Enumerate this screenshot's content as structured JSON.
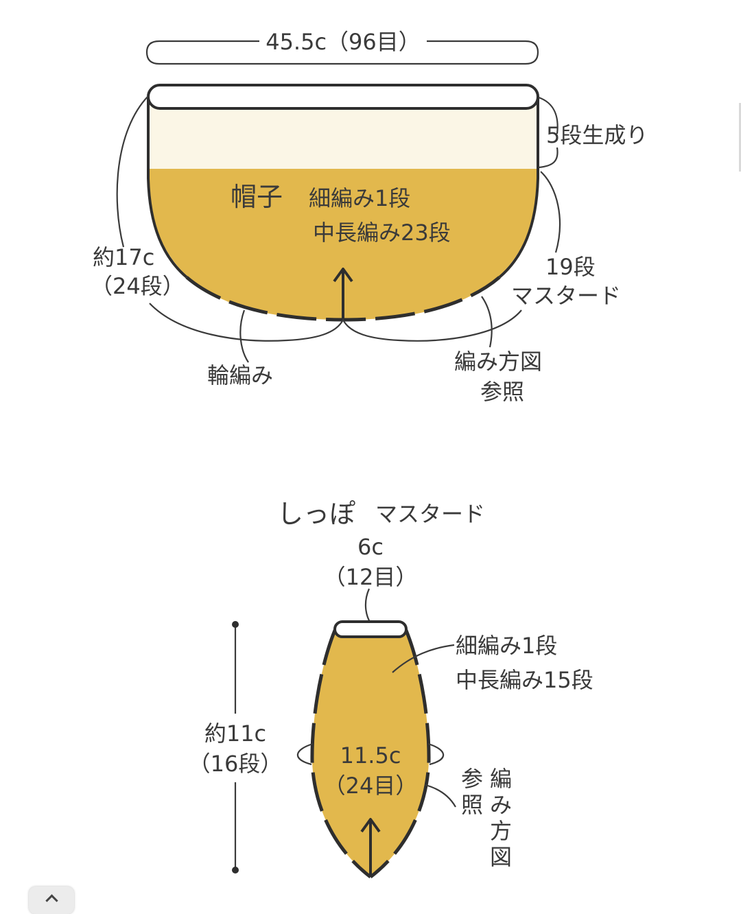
{
  "colors": {
    "mustard": "#e2b84d",
    "cream": "#fbf6e6",
    "ink": "#333333"
  },
  "hat": {
    "width_label": "45.5c（96目）",
    "band_label": "5段生成り",
    "title": "帽子",
    "rows_line1": "細編み1段",
    "rows_line2": "中長編み23段",
    "height_line1": "約17c",
    "height_line2": "（24段）",
    "body_rows_line1": "19段",
    "body_rows_line2": "マスタード",
    "round_label": "輪編み",
    "pattern_line1": "編み方図",
    "pattern_line2": "参照"
  },
  "tail": {
    "title": "しっぽ",
    "color_label": "マスタード",
    "top_width_line1": "6c",
    "top_width_line2": "（12目）",
    "rows_line1": "細編み1段",
    "rows_line2": "中長編み15段",
    "height_line1": "約11c",
    "height_line2": "（16段）",
    "girth_line1": "11.5c",
    "girth_line2": "（24目）",
    "pattern_col1": [
      "編",
      "み",
      "方",
      "図"
    ],
    "pattern_col2": [
      "参",
      "照"
    ]
  }
}
